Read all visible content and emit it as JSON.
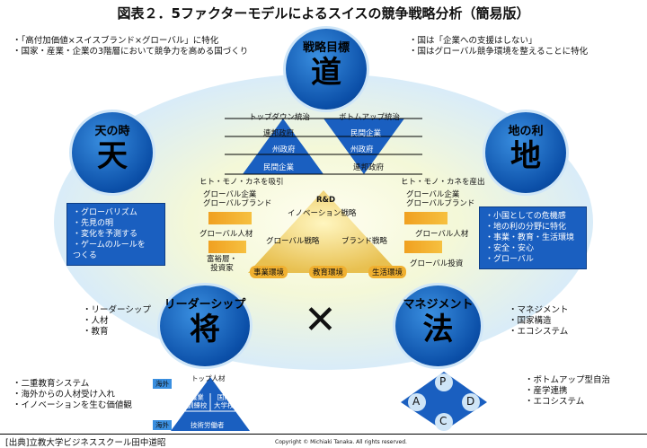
{
  "title": "図表２．5ファクターモデルによるスイスの競争戦略分析（簡易版）",
  "top_left_bullets": [
    "「高付加価値×スイスブランド×グローバル」に特化",
    "国家・産業・企業の3階層において競争力を高める国づくり"
  ],
  "top_right_bullets": [
    "国は「企業への支援はしない」",
    "国はグローバル競争環境を整えることに特化"
  ],
  "circles": {
    "dao": {
      "small": "戦略目標",
      "big": "道"
    },
    "ten": {
      "small": "天の時",
      "big": "天"
    },
    "chi": {
      "small": "地の利",
      "big": "地"
    },
    "sho": {
      "small": "リーダーシップ",
      "big": "将"
    },
    "ho": {
      "small": "マネジメント",
      "big": "法"
    }
  },
  "hierarchy": {
    "left_header": "トップダウン統治",
    "right_header": "ボトムアップ統治",
    "left_items": [
      "連邦政府",
      "州政府",
      "民間企業"
    ],
    "right_items": [
      "民間企業",
      "州政府",
      "連邦政府"
    ]
  },
  "left_flow_label": "ヒト・モノ・カネを吸引",
  "right_flow_label": "ヒト・モノ・カネを産出",
  "center": {
    "rd": "R&D",
    "innovation": "イノベーション戦略",
    "global": "グローバル戦略",
    "brand": "ブランド戦略",
    "bottom": [
      "事業環境",
      "教育環境",
      "生活環境"
    ]
  },
  "left_inputs": [
    "グローバル企業\nグローバルブランド",
    "グローバル人材",
    "富裕層・\n投資家"
  ],
  "right_outputs": [
    "グローバル企業\nグローバルブランド",
    "グローバル人材",
    "グローバル投資"
  ],
  "ten_box": [
    "グローバリズム",
    "先見の明",
    "変化を予測する",
    "ゲームのルールを\nつくる"
  ],
  "chi_box": [
    "小国としての危機感",
    "地の利の分野に特化",
    "事業・教育・生活環境",
    "安全・安心",
    "グローバル"
  ],
  "sho_bullets": [
    "リーダーシップ",
    "人材",
    "教育"
  ],
  "ho_bullets": [
    "マネジメント",
    "国家構造",
    "エコシステム"
  ],
  "cross": "✕",
  "bottom_left_bullets": [
    "二重教育システム",
    "海外からの人材受け入れ",
    "イノベーションを生む価値観"
  ],
  "bottom_right_bullets": [
    "ボトムアップ型自治",
    "産学連携",
    "エコシステム"
  ],
  "talent_pyramid": {
    "top": "トップ人材",
    "left": "職業\n訓練校",
    "right": "国内\n大学校",
    "bottom": "技術労働者",
    "overseas_top": "海外",
    "overseas_bottom": "海外"
  },
  "pdca": [
    "P",
    "D",
    "C",
    "A"
  ],
  "source": "[出典]立教大学ビジネススクール田中道昭",
  "copyright": "Copyright © Michiaki Tanaka. All rights reserved."
}
